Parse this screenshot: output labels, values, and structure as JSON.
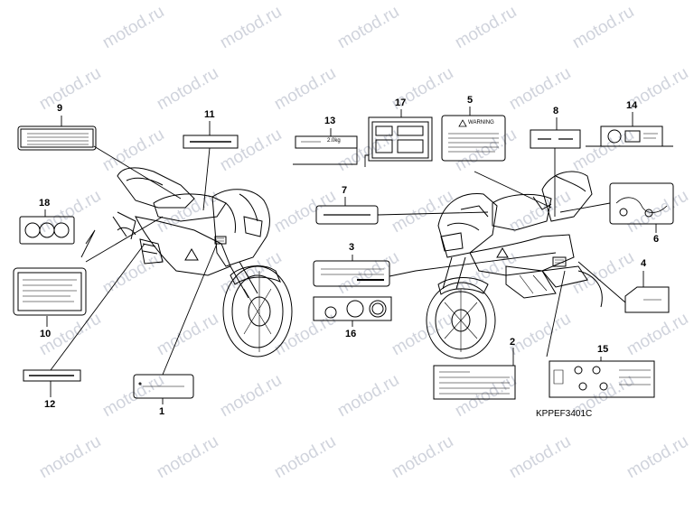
{
  "watermark": "motod.ru",
  "diagram_code": "KPPEF3401C",
  "labels": {
    "p1": "1",
    "p2": "2",
    "p3": "3",
    "p4": "4",
    "p5": "5",
    "p6": "6",
    "p7": "7",
    "p8": "8",
    "p9": "9",
    "p10": "10",
    "p11": "11",
    "p12": "12",
    "p13": "13",
    "p14": "14",
    "p15": "15",
    "p16": "16",
    "p17": "17",
    "p18": "18"
  },
  "decal_texts": {
    "weight": "2.0kg",
    "warning": "WARNING"
  }
}
